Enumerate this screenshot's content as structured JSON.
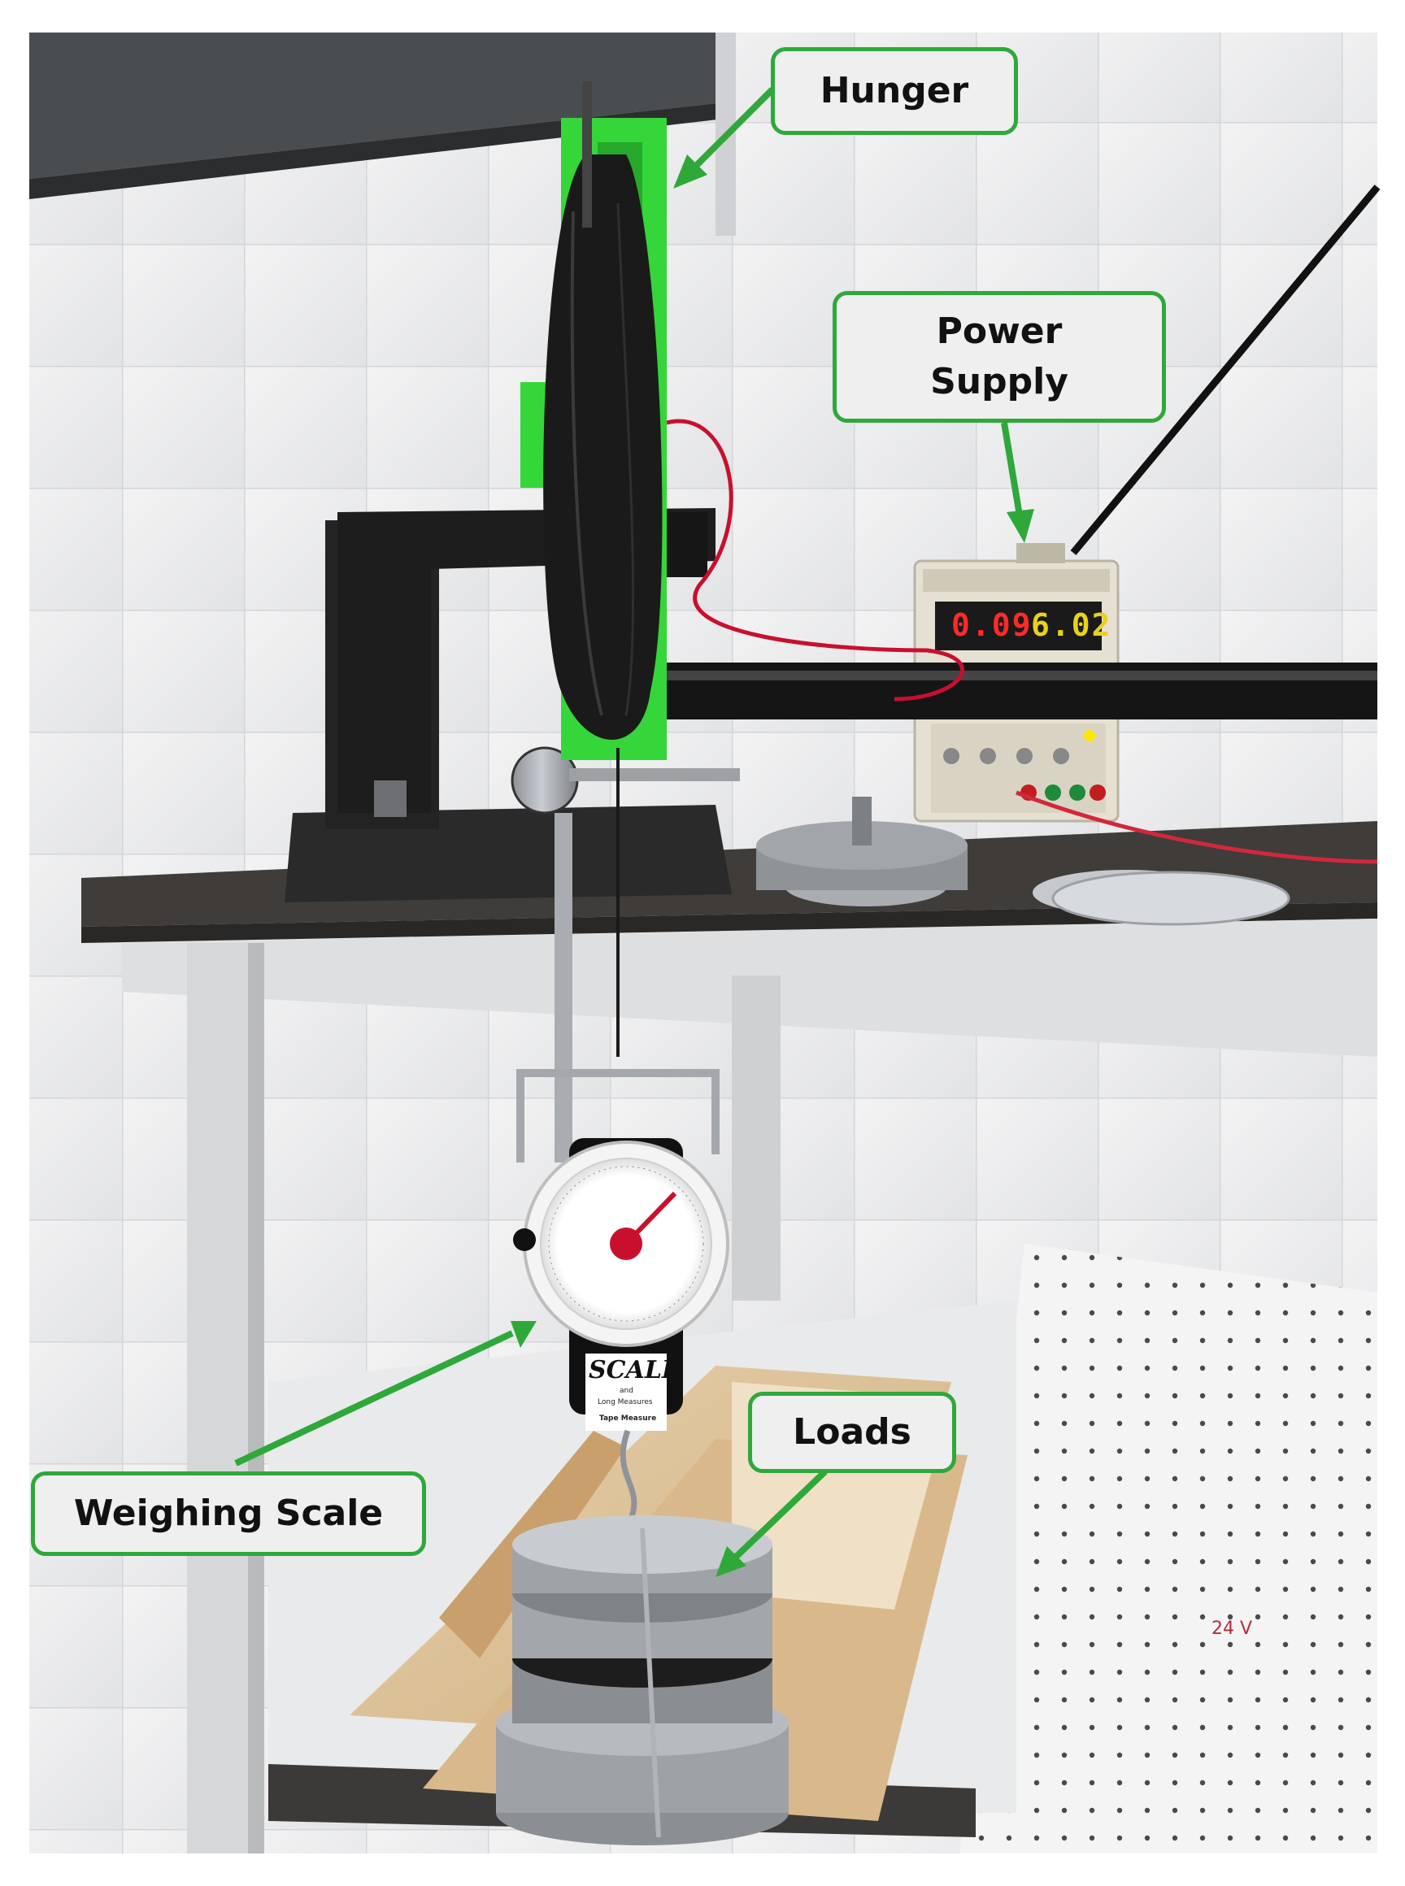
{
  "callouts": {
    "hunger": "Hunger",
    "power_supply_line1": "Power",
    "power_supply_line2": "Supply",
    "weighing_scale": "Weighing Scale",
    "loads": "Loads"
  },
  "power_supply_display": {
    "current": "0.09",
    "voltage": "6.02",
    "current_color": "#ff2a2a",
    "voltage_color": "#e8d21a"
  },
  "scale_label": {
    "title": "SCALE",
    "line2": "and",
    "line3": "Long Measures",
    "line4": "Tape Measure"
  },
  "handwritten_note": "24 V",
  "colors": {
    "annotation_green": "#2fa83a",
    "callout_fill": "#efefef",
    "hanger_green": "#35d639"
  }
}
